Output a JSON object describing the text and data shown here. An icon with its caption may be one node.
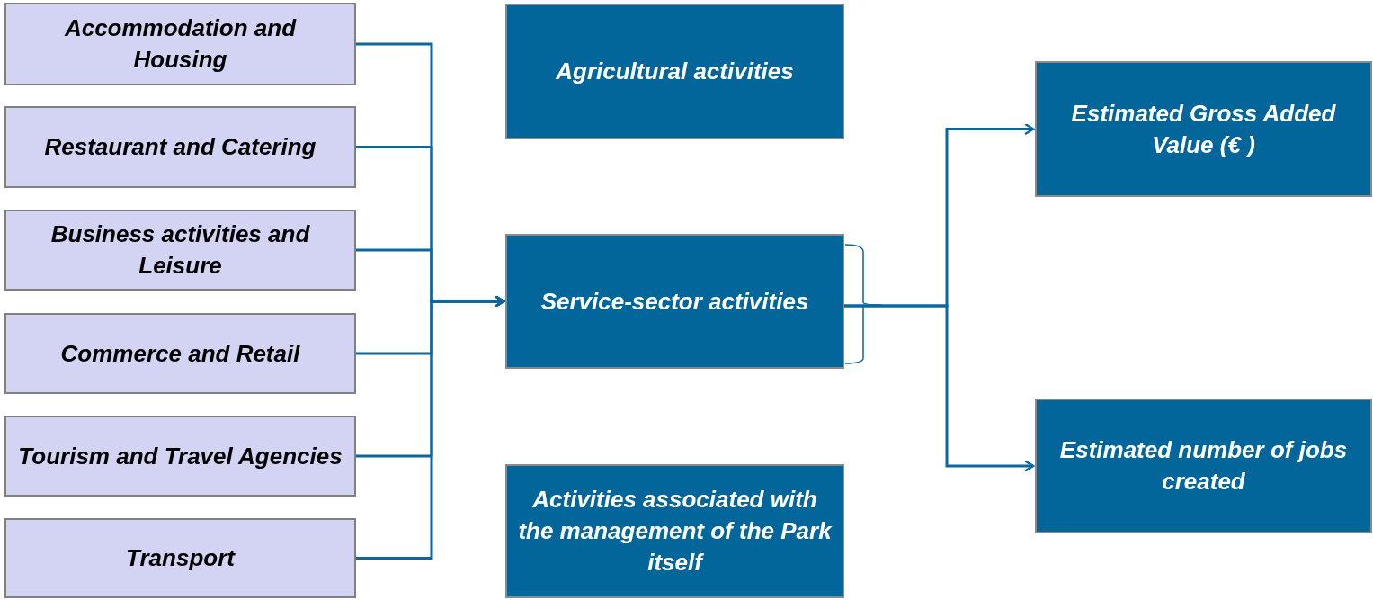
{
  "diagram": {
    "nodes": [
      {
        "text": [
          "Accommodation and Housing"
        ]
      },
      {
        "text": [
          "Restaurant and Catering"
        ]
      },
      {
        "text": [
          "Business activities and Leisure"
        ]
      },
      {
        "text": [
          "Commerce and Retail"
        ]
      },
      {
        "text": [
          "Tourism and Travel Agencies"
        ]
      },
      {
        "text": [
          "Transport"
        ]
      },
      {
        "text": [
          "Agricultural activities"
        ]
      },
      {
        "text": [
          "Service-sector activities"
        ]
      },
      {
        "text": [
          "Activities associated with the management of the Park itself"
        ]
      },
      {
        "text": [
          "Estimated Gross Added Value (€ )"
        ]
      },
      {
        "text": [
          "Estimated number of jobs created"
        ]
      }
    ],
    "edges": [
      {
        "from": 0,
        "to": 7,
        "arrow": "to"
      },
      {
        "from": 1,
        "to": 7,
        "arrow": "to"
      },
      {
        "from": 2,
        "to": 7,
        "arrow": "to"
      },
      {
        "from": 3,
        "to": 7,
        "arrow": "to"
      },
      {
        "from": 4,
        "to": 7,
        "arrow": "to"
      },
      {
        "from": 5,
        "to": 7,
        "arrow": "to"
      },
      {
        "from": 7,
        "to": 9,
        "arrow": "to"
      },
      {
        "from": 7,
        "to": 10,
        "arrow": "to"
      }
    ]
  }
}
